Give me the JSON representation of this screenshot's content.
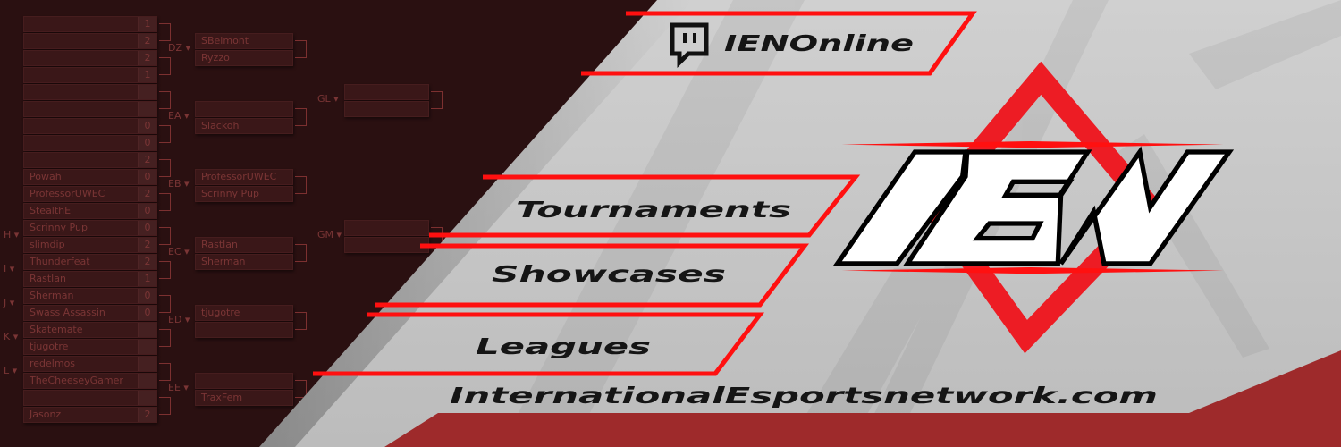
{
  "twitch": {
    "icon": "twitch-icon",
    "handle": "IENOnline"
  },
  "menu": [
    {
      "label": "Tournaments"
    },
    {
      "label": "Showcases"
    },
    {
      "label": "Leagues"
    }
  ],
  "logo": {
    "text": "IEN"
  },
  "website": "InternationalEsportsnetwork.com",
  "colors": {
    "accent_red": "#ff1010",
    "logo_red": "#ed1c24",
    "bottom_band": "#9e2a2b",
    "dark_bg": "#2a1011",
    "gray_bg": "#c9c9c9"
  },
  "bracket": {
    "round1": [
      {
        "label": "",
        "names": [
          "",
          ""
        ],
        "scores": [
          "1",
          "2"
        ]
      },
      {
        "label": "",
        "names": [
          "",
          ""
        ],
        "scores": [
          "2",
          "1"
        ]
      },
      {
        "label": "",
        "names": [
          "",
          ""
        ],
        "scores": [
          "",
          ""
        ]
      },
      {
        "label": "",
        "names": [
          "",
          ""
        ],
        "scores": [
          "0",
          "0"
        ]
      },
      {
        "label": "",
        "names": [
          "",
          "Powah"
        ],
        "scores": [
          "2",
          "0"
        ]
      },
      {
        "label": "",
        "names": [
          "ProfessorUWEC",
          "StealthE"
        ],
        "scores": [
          "2",
          "0"
        ]
      },
      {
        "label": "H",
        "names": [
          "Scrinny Pup",
          "slimdip"
        ],
        "scores": [
          "0",
          "2"
        ]
      },
      {
        "label": "I",
        "names": [
          "Thunderfeat",
          "Rastlan"
        ],
        "scores": [
          "2",
          "1"
        ]
      },
      {
        "label": "J",
        "names": [
          "Sherman",
          "Swass Assassin"
        ],
        "scores": [
          "0",
          "0"
        ]
      },
      {
        "label": "K",
        "names": [
          "Skatemate",
          "tjugotre"
        ],
        "scores": [
          "",
          ""
        ]
      },
      {
        "label": "L",
        "names": [
          "redelmos",
          "TheCheeseyGamer"
        ],
        "scores": [
          "",
          ""
        ]
      },
      {
        "label": "",
        "names": [
          "",
          "Jasonz"
        ],
        "scores": [
          "",
          "2"
        ]
      }
    ],
    "round2": [
      {
        "label": "DZ",
        "names": [
          "SBelmont",
          "Ryzzo"
        ]
      },
      {
        "label": "EA",
        "names": [
          "",
          "Slackoh"
        ]
      },
      {
        "label": "EB",
        "names": [
          "ProfessorUWEC",
          "Scrinny Pup"
        ]
      },
      {
        "label": "EC",
        "names": [
          "Rastlan",
          "Sherman"
        ]
      },
      {
        "label": "ED",
        "names": [
          "tjugotre",
          ""
        ]
      },
      {
        "label": "EE",
        "names": [
          "",
          "TraxFem"
        ]
      }
    ],
    "round3": [
      {
        "label": "GL",
        "names": [
          "",
          ""
        ]
      },
      {
        "label": "GM",
        "names": [
          "",
          ""
        ]
      }
    ]
  }
}
